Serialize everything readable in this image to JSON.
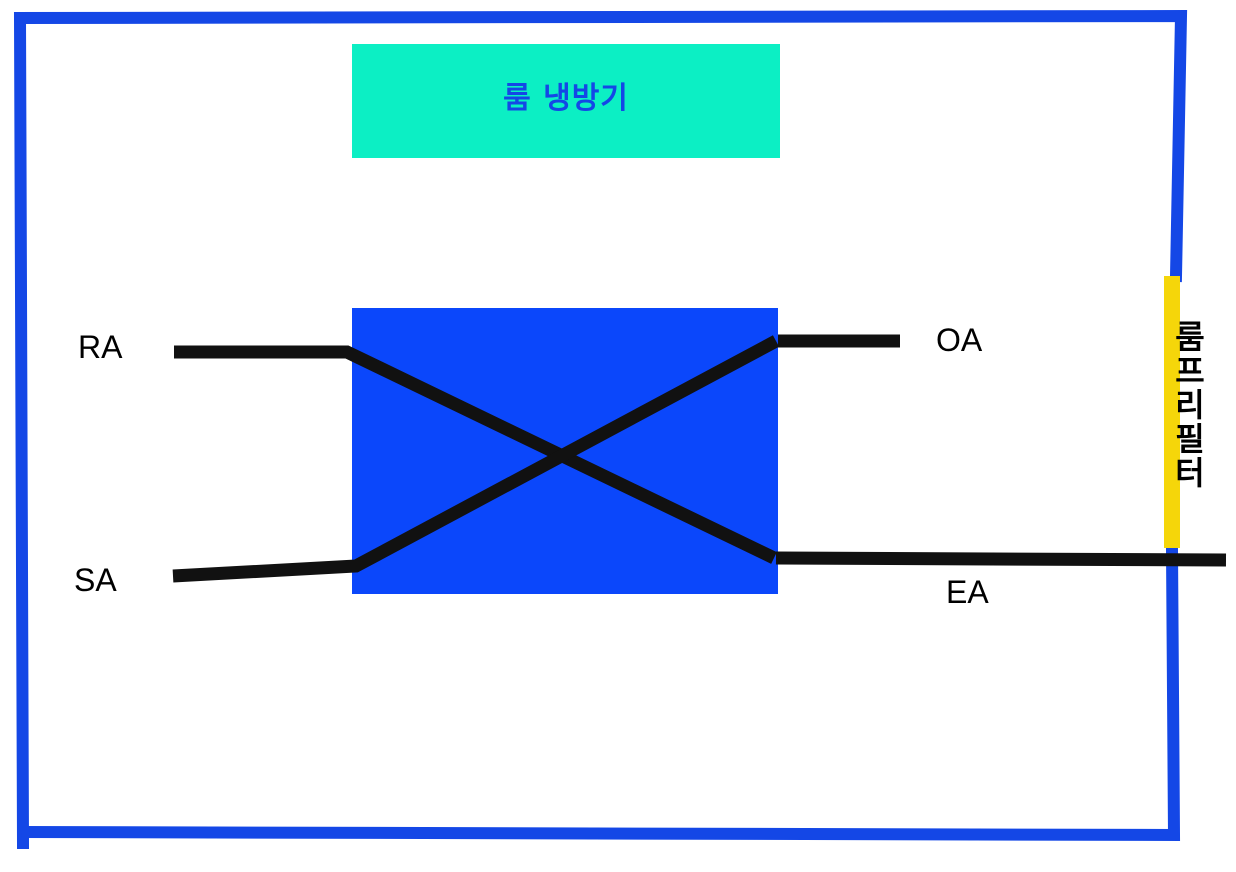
{
  "title": "룸 냉방기",
  "ports": {
    "ra": "RA",
    "sa": "SA",
    "oa": "OA",
    "ea": "EA"
  },
  "filter_label": "룸프리필터",
  "colors": {
    "outline": "#1447e6",
    "unit_box": "#0b47fb",
    "title_box": "#0cefc4",
    "filter": "#f5d60a",
    "duct": "#111111"
  }
}
